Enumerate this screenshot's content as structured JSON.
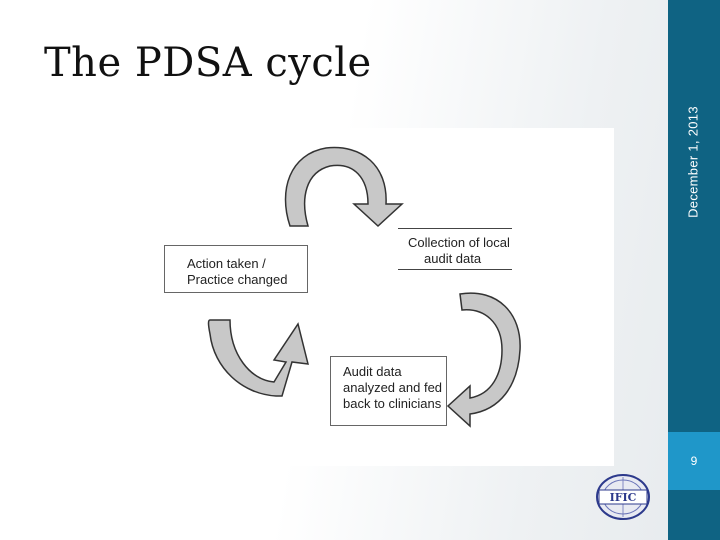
{
  "slide": {
    "title": "The PDSA cycle",
    "date": "December 1, 2013",
    "page_number": "9"
  },
  "diagram": {
    "action_box": [
      "Action taken /",
      "Practice changed"
    ],
    "collection_box": [
      "Collection of local",
      "audit data"
    ],
    "audit_box": [
      "Audit data",
      "analyzed and fed",
      "back to clinicians"
    ]
  },
  "logo": {
    "text": "IFIC",
    "icon": "globe-logo-icon"
  },
  "colors": {
    "sidebar": "#0f6383",
    "page_box": "#1f97c9",
    "arrow_fill": "#c8c8c8"
  }
}
